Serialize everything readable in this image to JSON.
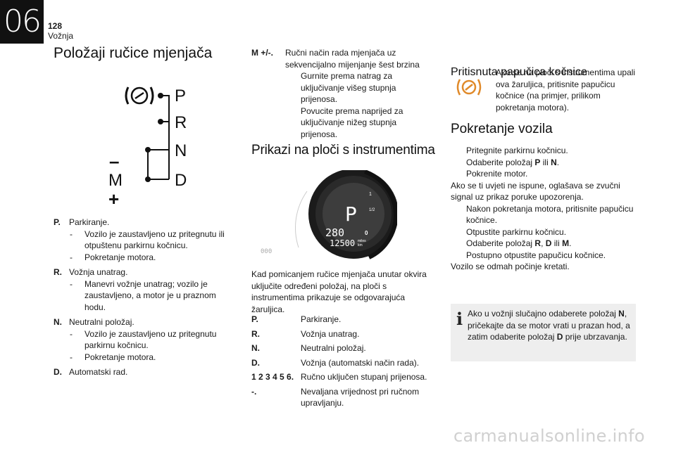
{
  "header": {
    "chapter": "06",
    "page_number": "128",
    "section": "Vožnja"
  },
  "left": {
    "title": "Položaji ručice mjenjača",
    "lever_labels": {
      "p": "P",
      "r": "R",
      "n": "N",
      "d": "D",
      "m": "M",
      "minus": "–",
      "plus": "+"
    },
    "items": [
      {
        "key": "P.",
        "text": "Parkiranje.",
        "subs": [
          "Vozilo je zaustavljeno uz pritegnutu ili otpuštenu parkirnu kočnicu.",
          "Pokretanje motora."
        ]
      },
      {
        "key": "R.",
        "text": "Vožnja unatrag.",
        "subs": [
          "Manevri vožnje unatrag; vozilo je zaustavljeno, a motor je u praznom hodu."
        ]
      },
      {
        "key": "N.",
        "text": "Neutralni položaj.",
        "subs": [
          "Vozilo je zaustavljeno uz pritegnutu parkirnu kočnicu.",
          "Pokretanje motora."
        ]
      },
      {
        "key": "D.",
        "text": "Automatski rad.",
        "subs": []
      }
    ]
  },
  "middle": {
    "mplus": {
      "key": "M +/-.",
      "text": "Ručni način rada mjenjača uz sekvencijalno mijenjanje šest brzina",
      "bullets": [
        "Gurnite prema natrag za uključivanje višeg stupnja prijenosa.",
        "Povucite prema naprijed za uključivanje nižeg stupnja prijenosa."
      ]
    },
    "title": "Prikazi na ploči s instrumentima",
    "cluster": {
      "gear": "P",
      "speed": "280",
      "odometer": "12500",
      "odo_unit_top": "miles",
      "odo_unit_bottom": "km",
      "tacho_top": "1",
      "tacho_mid": "1/2",
      "tacho_low": "0",
      "small_reading": "000"
    },
    "caption": "Kad pomicanjem ručice mjenjača unutar okvira uključite određeni položaj, na ploči s instrumentima prikazuje se odgovarajuća žaruljica.",
    "items": [
      {
        "key": "P.",
        "text": "Parkiranje."
      },
      {
        "key": "R.",
        "text": "Vožnja unatrag."
      },
      {
        "key": "N.",
        "text": "Neutralni položaj."
      },
      {
        "key": "D.",
        "text": "Vožnja (automatski način rada)."
      },
      {
        "key": "1 2 3 4 5 6.",
        "text": "Ručno uključen stupanj prijenosa."
      },
      {
        "key": "-.",
        "text": "Nevaljana vrijednost pri ručnom upravljanju."
      }
    ]
  },
  "right": {
    "brake_title": "Pritisnuta papučica kočnice",
    "brake_bullet": "Ako se na ploči s instrumentima upali ova žaruljica, pritisnite papučicu kočnice (na primjer, prilikom pokretanja motora).",
    "start_title": "Pokretanje vozila",
    "bullet_char": "",
    "start_lines": [
      {
        "type": "bullet",
        "parts": [
          "Pritegnite parkirnu kočnicu."
        ]
      },
      {
        "type": "bullet",
        "parts": [
          "Odaberite položaj ",
          "P",
          " ili ",
          "N",
          "."
        ]
      },
      {
        "type": "bullet",
        "parts": [
          "Pokrenite motor."
        ]
      },
      {
        "type": "text",
        "parts": [
          "Ako se ti uvjeti ne ispune, oglašava se zvučni signal uz prikaz poruke upozorenja."
        ]
      },
      {
        "type": "bullet",
        "parts": [
          "Nakon pokretanja motora, pritisnite papučicu kočnice."
        ]
      },
      {
        "type": "bullet",
        "parts": [
          "Otpustite parkirnu kočnicu."
        ]
      },
      {
        "type": "bullet",
        "parts": [
          "Odaberite položaj ",
          "R",
          ", ",
          "D",
          " ili ",
          "M",
          "."
        ]
      },
      {
        "type": "bullet",
        "parts": [
          "Postupno otpustite papučicu kočnice."
        ]
      },
      {
        "type": "text",
        "parts": [
          "Vozilo se odmah počinje kretati."
        ]
      }
    ],
    "info": {
      "icon": "i",
      "parts": [
        "Ako u vožnji slučajno odaberete položaj ",
        "N",
        ", pričekajte da se motor vrati u prazan hod, a zatim odaberite položaj ",
        "D",
        " prije ubrzavanja."
      ]
    }
  },
  "footer": {
    "url": "carmanualsonline.info"
  }
}
